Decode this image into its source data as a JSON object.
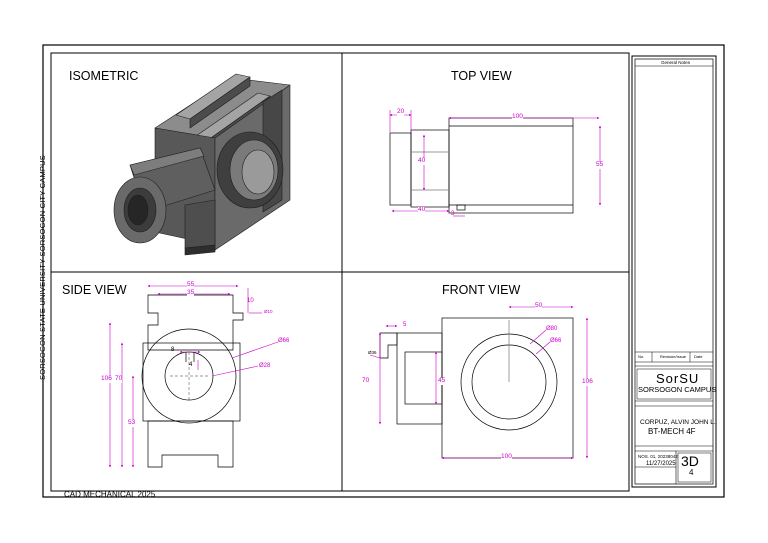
{
  "views": {
    "isometric": "ISOMETRIC",
    "top": "TOP VIEW",
    "side": "SIDE VIEW",
    "front": "FRONT VIEW"
  },
  "border_text": "SORSOGON STATE UNIVERSITY SORSOGON CITY CAMPUS",
  "footer_text": "CAD MECHANICAL 2025",
  "title_block": {
    "general_notes": "General Notes",
    "rev_no": "No.",
    "rev_desc": "Revision/Issue",
    "rev_date": "Date",
    "logo_main": "SorSU",
    "logo_sub": "SORSOGON CAMPUS",
    "name": "CORPUZ, ALVIN JOHN L.",
    "course": "BT-MECH 4F",
    "id_number": "NOS. 01, 20238042",
    "date": "11/27/2025",
    "drawing_code": "3D",
    "sheet_number": "4"
  },
  "dims": {
    "top": {
      "w20": "20",
      "w100": "100",
      "h40": "40",
      "h55": "55",
      "w40": "40",
      "s3": "3"
    },
    "side": {
      "w55": "55",
      "w35": "35",
      "d10": "10",
      "r10": "Ø10",
      "w8": "8",
      "d4": "4",
      "dia66": "Ø66",
      "dia28": "Ø28",
      "h106": "106",
      "h70": "70",
      "h53": "53"
    },
    "front": {
      "w50": "50",
      "d5": "5",
      "r36": "Ø36",
      "dia80": "Ø80",
      "dia66": "Ø66",
      "h70": "70",
      "h45": "45",
      "h106": "106",
      "w100": "100"
    }
  },
  "colors": {
    "line": "#000000",
    "dim": "#cc00cc",
    "hidden": "#777777",
    "iso_light": "#8c8c8c",
    "iso_mid": "#5e5e5e",
    "iso_dark": "#3a3a3a"
  }
}
